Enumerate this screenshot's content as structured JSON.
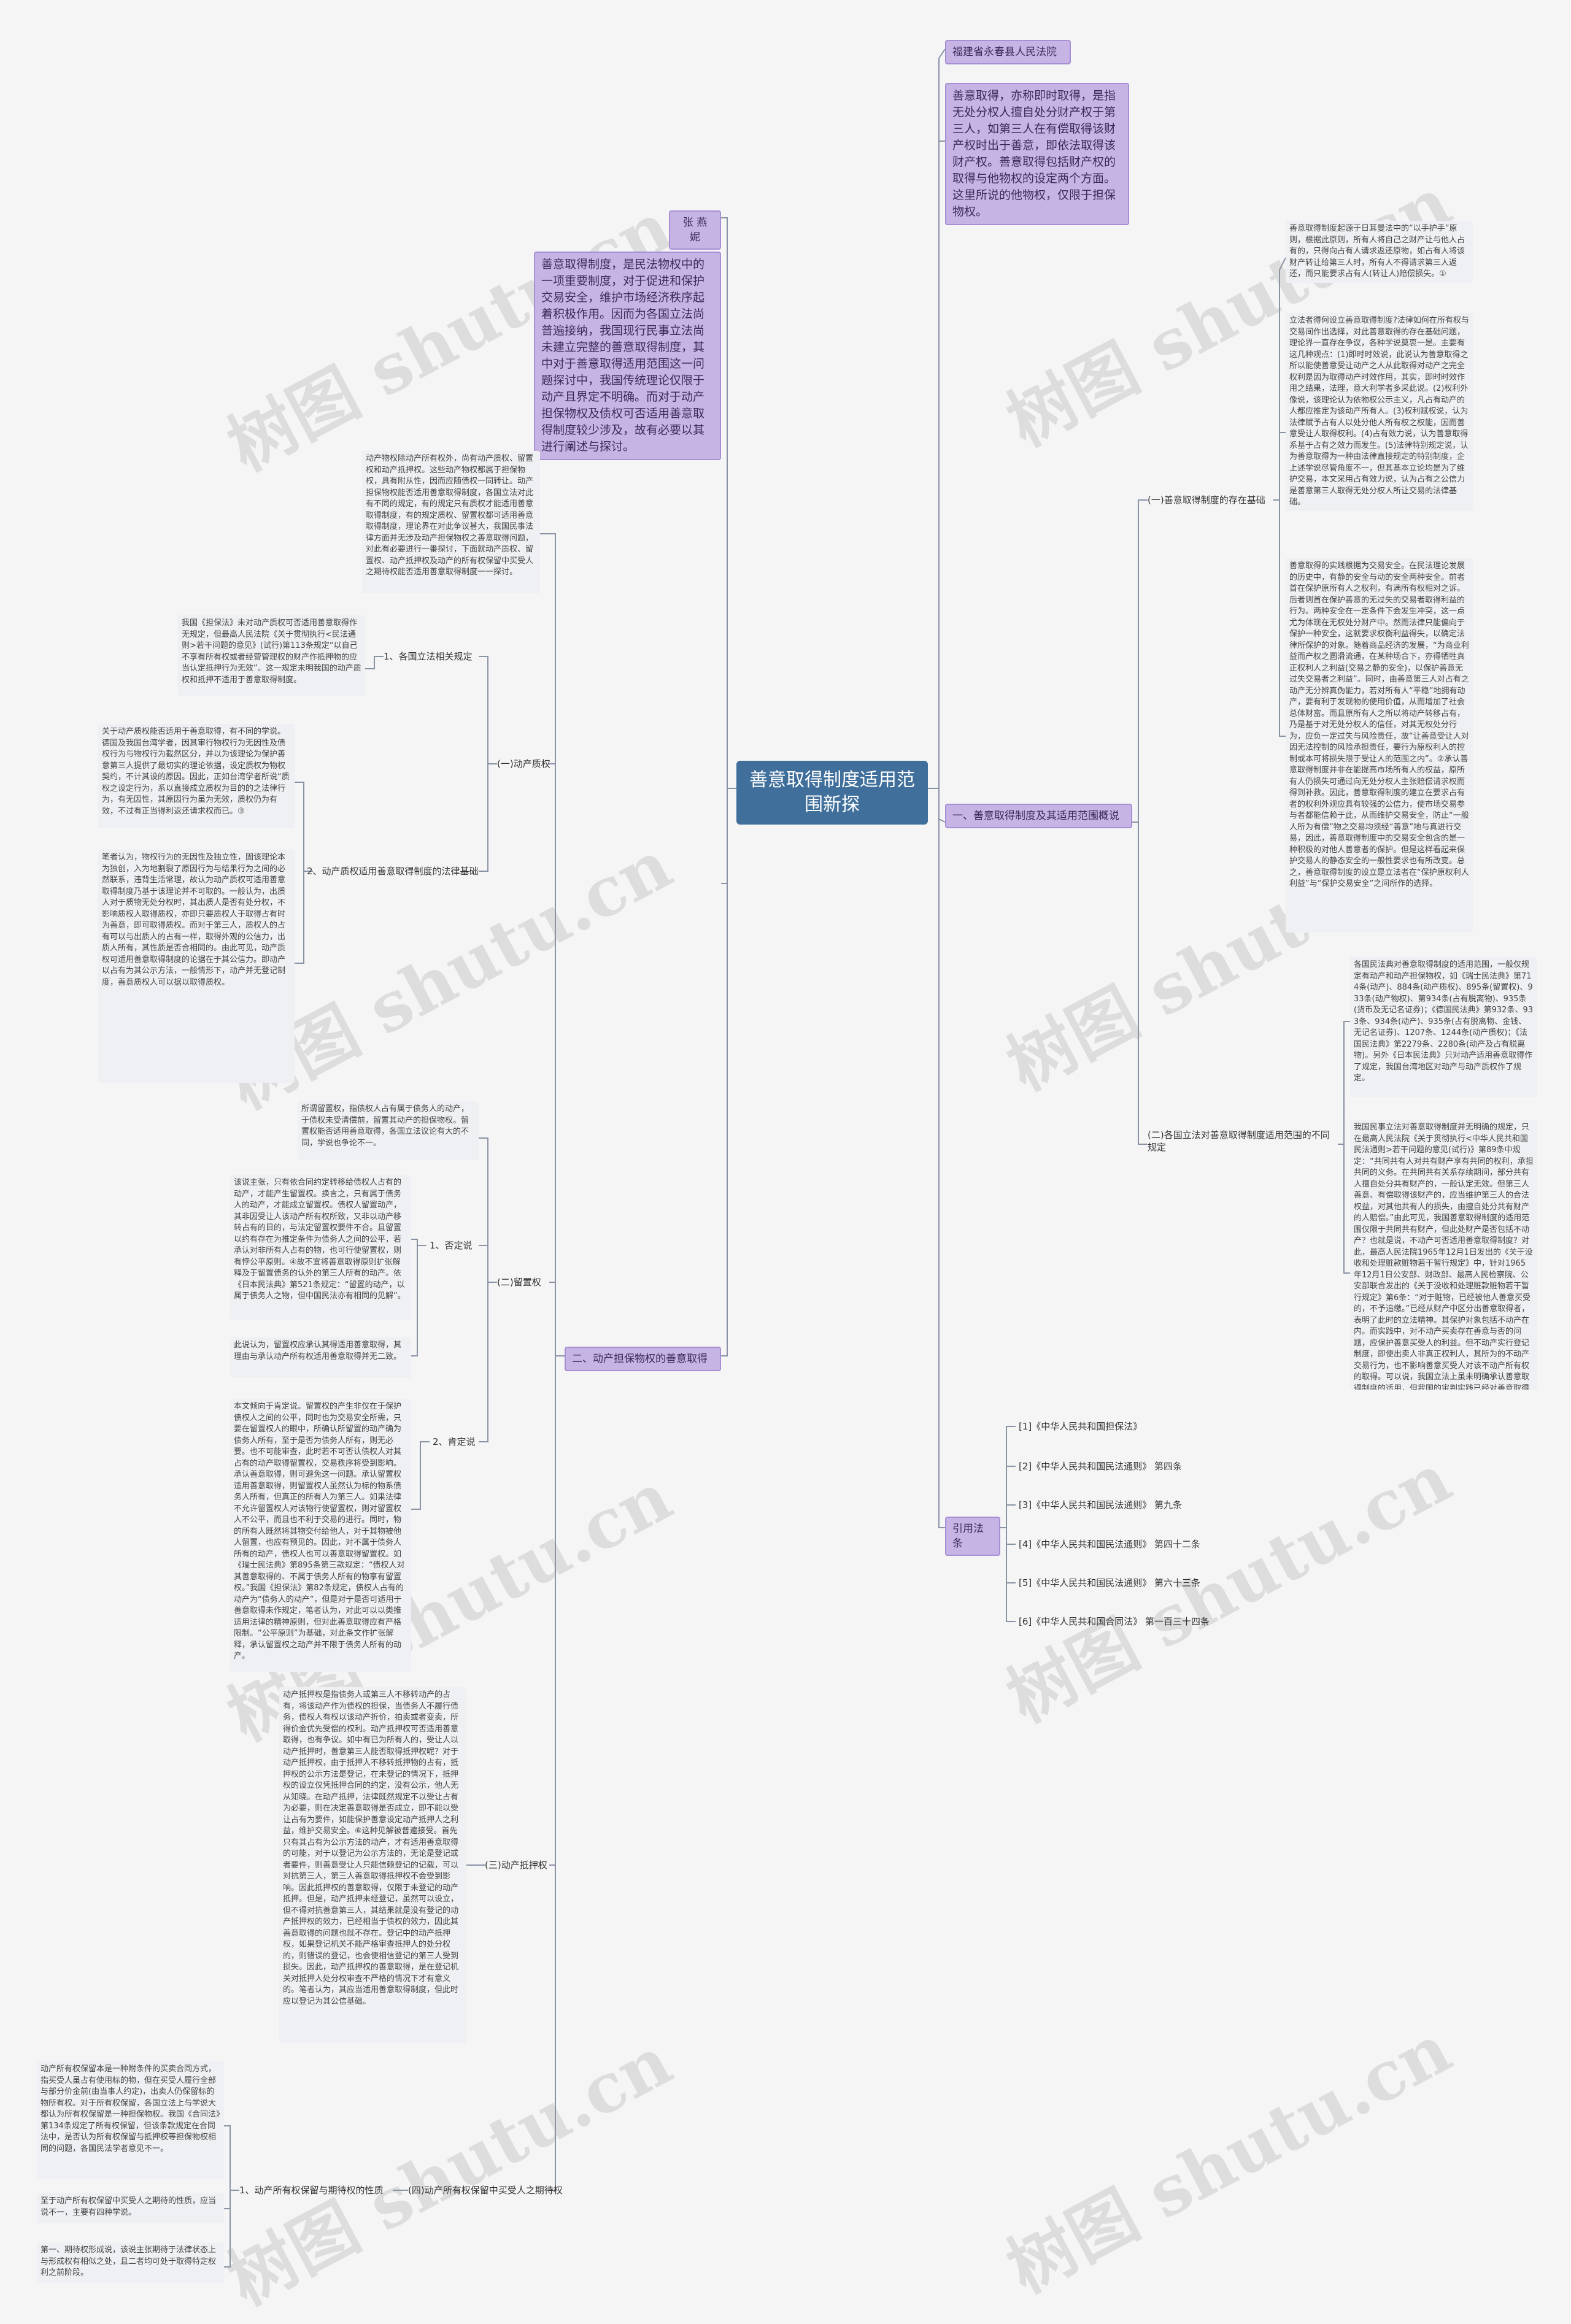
{
  "root": "善意取得制度适用范围新探",
  "watermark": "树图 shutu.cn",
  "colors": {
    "root": "#3f6f9a",
    "branch": "#c6b4e4",
    "line": "#8a93a6"
  },
  "right": {
    "court": "福建省永春县人民法院",
    "definition": "善意取得，亦称即时取得，是指无处分权人擅自处分财产权于第三人，如第三人在有偿取得该财产权时出于善意，即依法取得该财产权。善意取得包括财产权的取得与他物权的设定两个方面。这里所说的他物权，仅限于担保物权。",
    "section1": {
      "title": "一、善意取得制度及其适用范围概说",
      "sub1": {
        "label": "(一)善意取得制度的存在基础",
        "p1": "善意取得制度起源于日耳曼法中的“以手护手”原则，根据此原则，所有人将自己之财产让与他人占有的，只得向占有人请求返还原物，如占有人将该财产转让给第三人时，所有人不得请求第三人返还，而只能要求占有人(转让人)赔偿损失。①",
        "p2": "立法者得何设立善意取得制度?法律如何在所有权与交易间作出选择，对此善意取得的存在基础问题，理论界一直存在争议，各种学说莫衷一是。主要有这几种观点：(1)即时时效说，此说认为善意取得之所以能使善意受让动产之人从此取得对动产之完全权利是因为取得动产时效作用，其实，即时时效作用之结果，法理，意大利学者多采此说。(2)权利外像说，该理论认为依物权公示主义，凡占有动产的人都应推定为该动产所有人。(3)权利赋权说，认为法律赋予占有人以处分他人所有权之权能，因而善意受让人取得权利。(4)占有效力说，认为善意取得系基于占有之效力而发生。(5)法律特别规定说，认为善意取得为一种由法律直接规定的特别制度，企上述学说尽管角度不一，但其基本立论均是为了维护交易，本文采用占有效力说，认为占有之公信力是善意第三人取得无处分权人所让交易的法律基础。",
        "p3": "善意取得的实践根据为交易安全。在民法理论发展的历史中，有静的安全与动的安全两种安全。前者首在保护原所有人之权利，有满所有权相对之诉。后者则首在保护善意的无过失的交易者取得利益的行为。两种安全在一定条件下会发生冲突，这一点尤为体现在无权处分财产中。然而法律只能偏向于保护一种安全，这就要求权衡利益得失，以确定法律所保护的对象。随着商品经济的发展，“为商业利益而产权之圆滑流通，在某种场合下，亦得牺牲真正权利人之利益(交易之静的安全)，以保护善意无过失交易者之利益”。同时，由善意第三人对占有之动产无分辨真伪能力，若对所有人“平稳”地拥有动产，要有利于发现物的使用价值，从而增加了社会总体财富。而且原所有人之所以将动产转移占有，乃是基于对无处分权人的信任，对其无权处分行为，应负一定过失与风险责任，故“让善意受让人对因无法控制的风险承担责任，要行为原权利人的控制或本可将损失限于受让人的范围之内”。②承认善意取得制度并非在能提高市场所有人的权益，原所有人仍损失可通过向无处分权人主张赔偿请求权而得到补救。因此，善意取得制度的建立在要求占有者的权利外观应具有较强的公信力，使市场交易参与者都能信赖于此，从而维护交易安全，防止“一般人所为有偿”物之交易均须经“善意”地与真进行交易，因此，善意取得制度中的交易安全包含的是一种积极的对他人善意者的保护。但是这样看起来保护交易人的静态安全的一般性要求也有所改变。总之，善意取得制度的设立是立法者在“保护原权利人利益”与“保护交易安全”之间所作的选择。"
      },
      "sub2": {
        "label": "(二)各国立法对善意取得制度适用范围的不同规定",
        "p1": "各国民法典对善意取得制度的适用范围，一般仅规定有动产和动产担保物权，如《瑞士民法典》第714条(动产)、884条(动产质权)、895条(留置权)、933条(动产物权)、第934条(占有脱离物)、935条(货币及无记名证券)；《德国民法典》第932条、933条、934条(动产)、935条(占有脱离物、金钱、无记名证券)、1207条、1244条(动产质权)；《法国民法典》第2279条、2280条(动产及占有脱离物)。另外《日本民法典》只对动产适用善意取得作了规定，我国台湾地区对动产与动产质权作了规定。",
        "p2": "我国民事立法对善意取得制度并无明确的规定，只在最高人民法院《关于贯彻执行<中华人民共和国民法通则>若干问题的意见(试行)》第89条中规定：“共同共有人对共有财产享有共同的权利，承担共同的义务。在共同共有关系存续期间，部分共有人擅自处分共有财产的，一般认定无效。但第三人善意、有偿取得该财产的，应当维护第三人的合法权益，对其他共有人的损失，由擅自处分共有财产的人赔偿。”由此可见，我国善意取得制度的适用范围仅限于共同共有财产，但此处财产是否包括不动产？也就是说，不动产可否适用善意取得制度？对此，最高人民法院1965年12月1日发出的《关于没收和处理赃款赃物若干暂行规定》中，针对1965年12月1日公安部、财政部、最高人民检察院、公安部联合发出的《关于没收和处理赃款赃物若干暂行规定》第6条：“对于赃物，已经被他人善意买受的，不予追缴。”已经从财产中区分出善意取得者，表明了此时的立法精神。其保护对象包括不动产在内。而实践中，对不动产买卖存在善意与否的问题，应保护善意买受人的利益。但不动产实行登记制度，即使出卖人非真正权利人，其所为的不动产交易行为，也不影响善意买受人对该不动产所有权的取得。可以说，我国立法上虽未明确承认善意取得制度的适用，但我国的审判实践已经对善意取得制度作了有益的探索，但也并非完全统一。"
      }
    },
    "refs": {
      "label": "引用法条",
      "items": [
        "[1]《中华人民共和国担保法》",
        "[2]《中华人民共和国民法通则》 第四条",
        "[3]《中华人民共和国民法通则》 第九条",
        "[4]《中华人民共和国民法通则》 第四十二条",
        "[5]《中华人民共和国民法通则》 第六十三条",
        "[6]《中华人民共和国合同法》 第一百三十四条"
      ]
    }
  },
  "left": {
    "author": "张 燕 妮",
    "abstract": "善意取得制度，是民法物权中的一项重要制度，对于促进和保护交易安全，维护市场经济秩序起着积极作用。因而为各国立法尚普遍接纳，我国现行民事立法尚未建立完整的善意取得制度，其中对于善意取得适用范围这一问题探讨中，我国传统理论仅限于动产且界定不明确。而对于动产担保物权及债权可否适用善意取得制度较少涉及，故有必要以其进行阐述与探讨。",
    "section2": {
      "title": "二、动产担保物权的善意取得",
      "intro": "动产物权除动产所有权外，尚有动产质权、留置权和动产抵押权。这些动产物权都属于担保物权，具有附从性，因而应随债权一同转让。动产担保物权能否适用善意取得制度，各国立法对此有不同的规定，有的规定只有质权才能适用善意取得制度，有的规定质权、留置权都可适用善意取得制度，理论界在对此争议甚大，我国民事法律方面并无涉及动产担保物权之善意取得问题，对此有必要进行一番探讨，下面就动产质权、留置权、动产抵押权及动产的所有权保留中买受人之期待权能否适用善意取得制度一一探讨。",
      "pledge": {
        "label": "(一)动产质权",
        "sub1_label": "1、各国立法相关规定",
        "sub1_text": "我国《担保法》未对动产质权可否适用善意取得作无规定，但最高人民法院《关于贯彻执行<民法通则>若干问题的意见》(试行)第113条规定“以自己不享有所有权或者经营管理权的财产作抵押物的应当认定抵押行为无效”。这一规定未明我国的动产质权和抵押不适用于善意取得制度。",
        "sub2_label": "2、动产质权适用善意取得制度的法律基础",
        "sub2_text1": "关于动产质权能否适用于善意取得，有不同的学说。德国及我国台湾学者，因其审行物权行为无因性及债权行为与物权行为截然区分，并以为该理论为保护善意第三人提供了最切实的理论依据，设定质权为物权契约，不计其设的原因。因此，正如台湾学者所说“质权之设定行为，系以直接成立质权为目的的之法律行为，有无因性，其原因行为虽为无效，质权仍为有效，不过有正当得利返还请求权而已。③",
        "sub2_text2": "笔者认为，物权行为的无因性及独立性，固该理论本为独创，入为地割裂了原因行为与结果行为之间的必然联系，违背生活常理，故认为动产质权可适用善意取得制度乃基于该理论并不可取的。一般认为，出质人对于质物无处分权时，其出质人是否有处分权，不影响质权人取得质权，亦即只要质权人于取得占有时为善意，即可取得质权。而对于第三人，质权人的占有可以与出质人的占有一样，取得外观的公信力，出质人所有，其性质是否合相同的。由此可见，动产质权可适用善意取得制度的论据在于其公信力。即动产以占有为其公示方法，一般情形下，动产并无登记制度，善意质权人可以据以取得质权。"
      },
      "lien": {
        "label": "(二)留置权",
        "intro": "所谓留置权，指债权人占有属于债务人的动产，于债权未受清偿前，留置其动产的担保物权。留置权能否适用善意取得，各国立法议论有大的不同，学说也争论不一。",
        "sub1_label": "1、否定说",
        "sub1_text1": "该说主张，只有依合同约定转移给债权人占有的动产，才能产生留置权。换言之，只有属于债务人的动产，才能成立留置权。债权人留置动产，其非因受让人该动产所有权所致，又非以动产移转占有的目的，与法定留置权要件不合。且留置以约有存在为推定条件为债务人之间的公平，若承认对非所有人占有的物，也可行使留置权，则有悖公平原则。④故不宜将善意取得原则扩张解释及于留置债务的认外的第三人所有的动产。依《日本民法典》第521条规定：“留置的动产，以属于债务人之物，但中国民法亦有相同的见解”。",
        "sub1_text2": "此说认为，留置权应承认其得适用善意取得，其理由与承认动产所有权适用善意取得并无二致。",
        "sub2_label": "2、肯定说",
        "sub2_text": "本文倾向于肯定说。留置权的产生非仅在于保护债权人之间的公平，同时也为交易安全所需，只要在留置权人的眼中，所确认所留置的动产确为债务人所有，至于是否为债务人所有，则无必要。也不可能审查，此时若不可否认债权人对其占有的动产取得留置权，交易秩序将受到影响。承认善意取得，则可避免这一问题。承认留置权适用善意取得，则留置权人虽然认为标的物系债务人所有，但真正的所有人为第三人。如果法律不允许留置权人对该物行使留置权，则对留置权人不公平，而且也不利于交易的进行。同时，物的所有人既然将其物交付给他人，对于其物被他人留置，也应有预见的。因此，对不属于债务人所有的动产，债权人也可以善意取得留置权。如《瑞士民法典》第895条第三款规定：“债权人对其善意取得的、不属于债务人所有的物享有留置权。”我国《担保法》第82条规定，债权人占有的动产为“债务人的动产”，但是对于是否可适用于善意取得未作规定，笔者认为，对此可以以类推适用法律的精神原则，但对此善意取得应有严格限制。“公平原则”为基础，对此条文作扩张解释，承认留置权之动产并不限于债务人所有的动产。"
      },
      "mortgage": {
        "label": "(三)动产抵押权",
        "text": "动产抵押权是指债务人或第三人不移转动产的占有，将该动产作为债权的担保，当债务人不履行债务，债权人有权以该动产折价，拍卖或者变卖，所得价金优先受偿的权利。动产抵押权可否适用善意取得，也有争议。如中有已为所有人的，受让人以动产抵押时，善意第三人能否取得抵押权呢？对于动产抵押权，由于抵押人不移转抵押物的占有，抵押权的公示方法是登记，在未登记的情况下，抵押权的设立仅凭抵押合同的约定，没有公示，他人无从知晓。在动产抵押，法律既然规定不以受让占有为必要，则在决定善意取得是否成立，即不能以受让占有为要件，如能保护善意设定动产抵押人之利益，维护交易安全。⑥这种见解被普遍接受。首先只有其占有为公示方法的动产，才有适用善意取得的可能，对于以登记为公示方法的，无论是登记或者要件，则善意受让人只能信赖登记的记载，可以对抗第三人，第三人善意取得抵押权不会受到影响。因此抵押权的善意取得，仅限于未登记的动产抵押。但是，动产抵押未经登记，虽然可以设立，但不得对抗善意第三人，其结果就是没有登记的动产抵押权的效力，已经相当于债权的效力，因此其善意取得的问题也就不存在。登记中的动产抵押权，如果登记机关不能严格审查抵押人的处分权的，则错误的登记，也会使相信登记的第三人受到损失。因此，动产抵押权的善意取得，是在登记机关对抵押人处分权审查不严格的情况下才有意义的。笔者认为，其应当适用善意取得制度，但此时应以登记为其公信基础。"
      },
      "retention": {
        "label": "(四)动产所有权保留中买受人之期待权",
        "sub_label": "1、动产所有权保留与期待权的性质",
        "text1": "动产所有权保留本是一种附条件的买卖合同方式，指买受人虽占有使用标的物，但在买受人履行全部与部分价金前(由当事人约定)，出卖人仍保留标的物所有权。对于所有权保留，各国立法上与学说大都认为所有权保留是一种担保物权。我国《合同法》第134条规定了所有权保留，但该条款规定在合同法中，是否认为所有权保留与抵押权等担保物权相同的问题，各国民法学者意见不一。",
        "text2": "至于动产所有权保留中买受人之期待的性质，应当说不一，主要有四种学说。",
        "text3": "第一、期待权形成说，该说主张期待于法律状态上与形成权有相似之处，且二者均可处于取得特定权利之前阶段。"
      }
    }
  }
}
